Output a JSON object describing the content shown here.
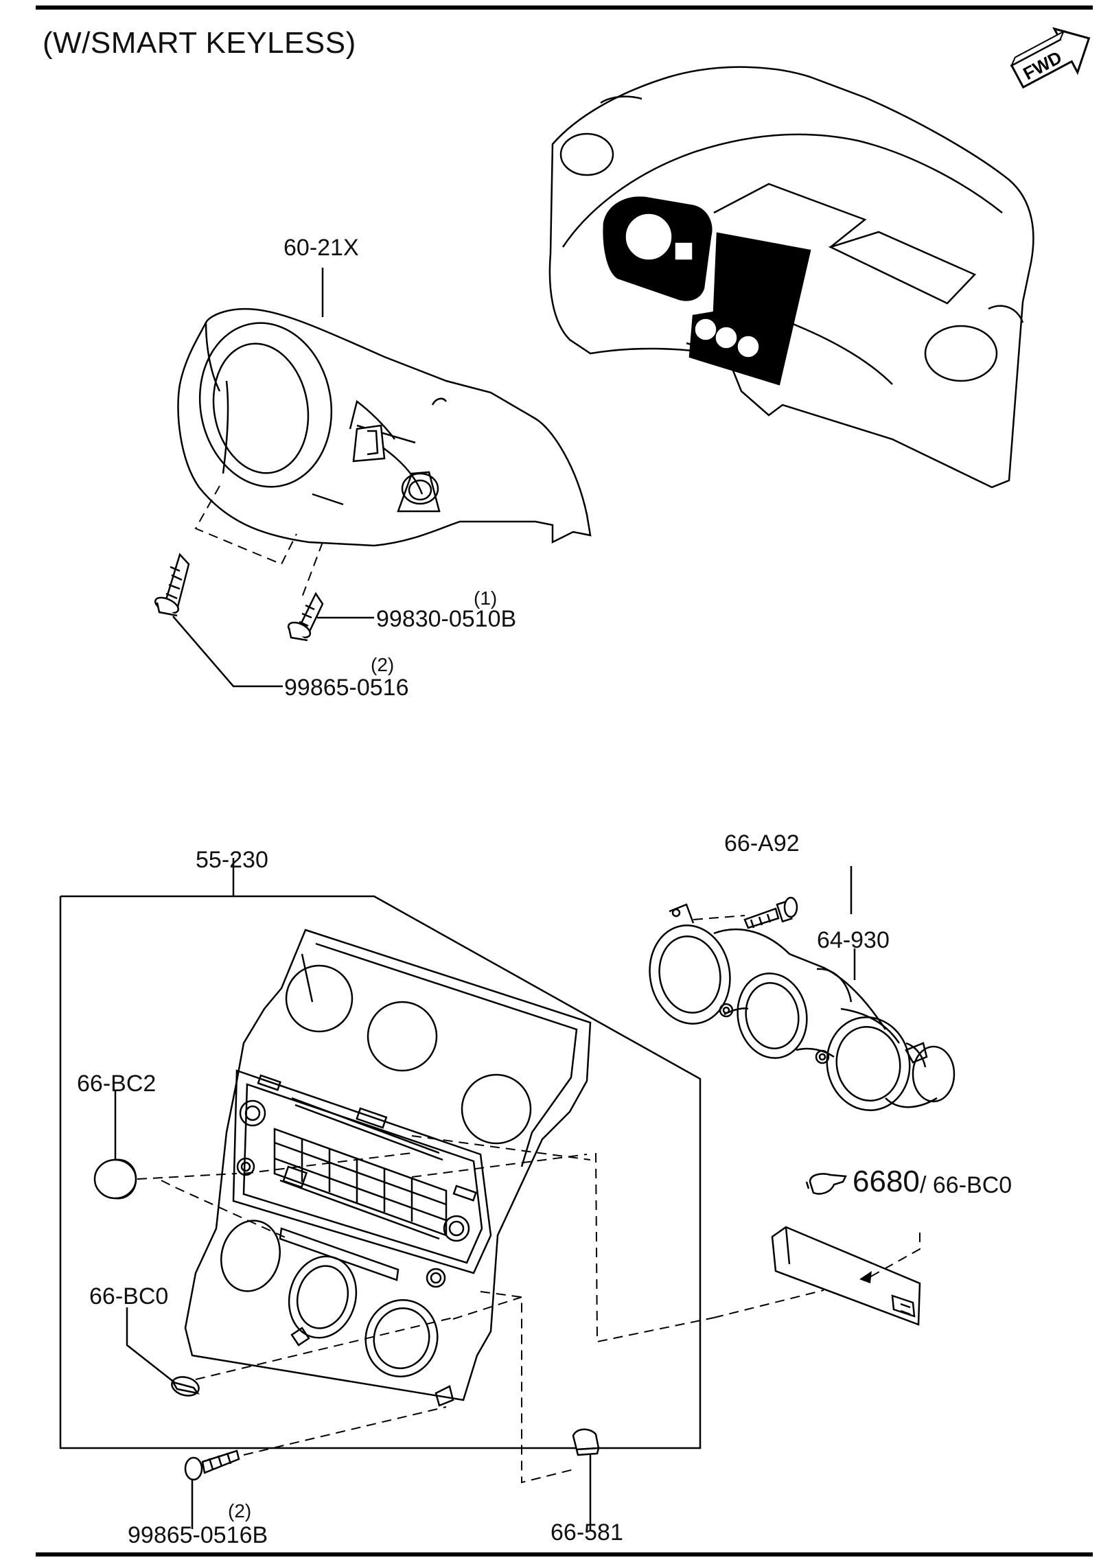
{
  "title": "(W/SMART KEYLESS)",
  "fwd_label": "FWD",
  "labels": {
    "p60_21x": "60-21X",
    "p99830": "99830-0510B",
    "q99830": "(1)",
    "p99865": "99865-0516",
    "q99865": "(2)",
    "p55_230": "55-230",
    "p66_a92": "66-A92",
    "p64_930": "64-930",
    "p66_bc2": "66-BC2",
    "p6680": "6680",
    "p6680_sep": "/ 66-BC0",
    "p66_bc0": "66-BC0",
    "p99865b": "99865-0516B",
    "q99865b": "(2)",
    "p66_581": "66-581"
  }
}
